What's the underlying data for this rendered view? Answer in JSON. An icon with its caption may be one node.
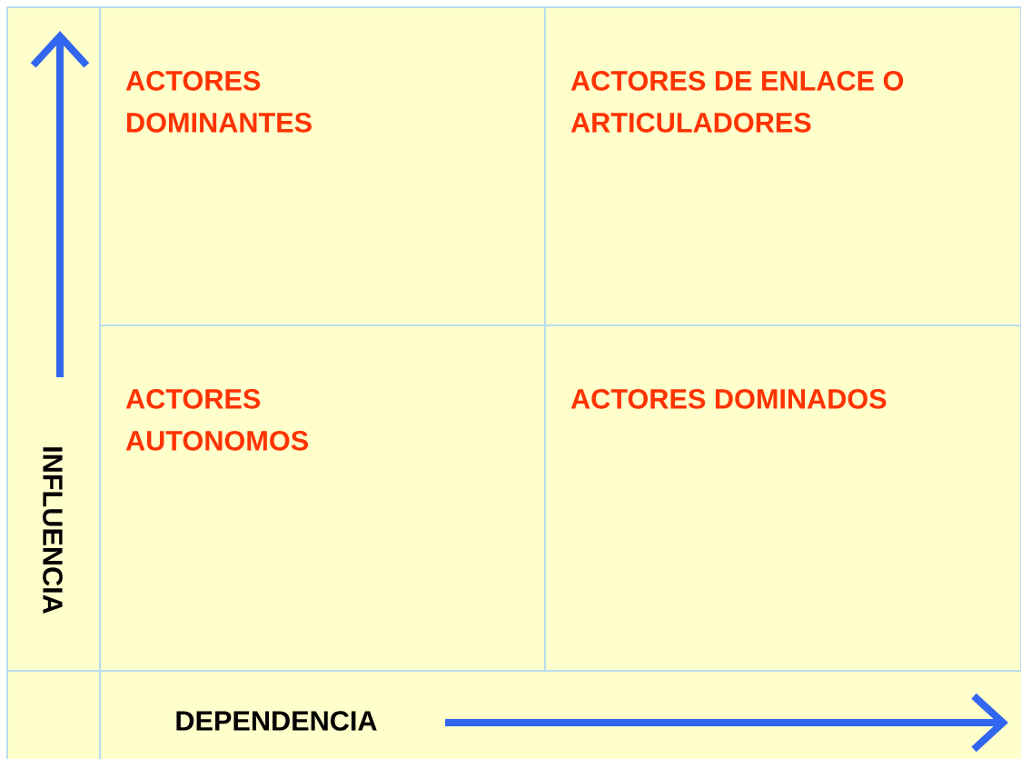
{
  "diagram": {
    "nodes": [
      {
        "text": [
          "ACTORES DOMINANTES"
        ]
      },
      {
        "text": [
          "ACTORES DE ENLACE O ARTICULADORES"
        ]
      },
      {
        "text": [
          "ACTORES AUTONOMOS"
        ]
      },
      {
        "text": [
          "ACTORES DOMINADOS"
        ]
      }
    ],
    "labels": [
      "INFLUENCIA",
      "DEPENDENCIA"
    ]
  }
}
